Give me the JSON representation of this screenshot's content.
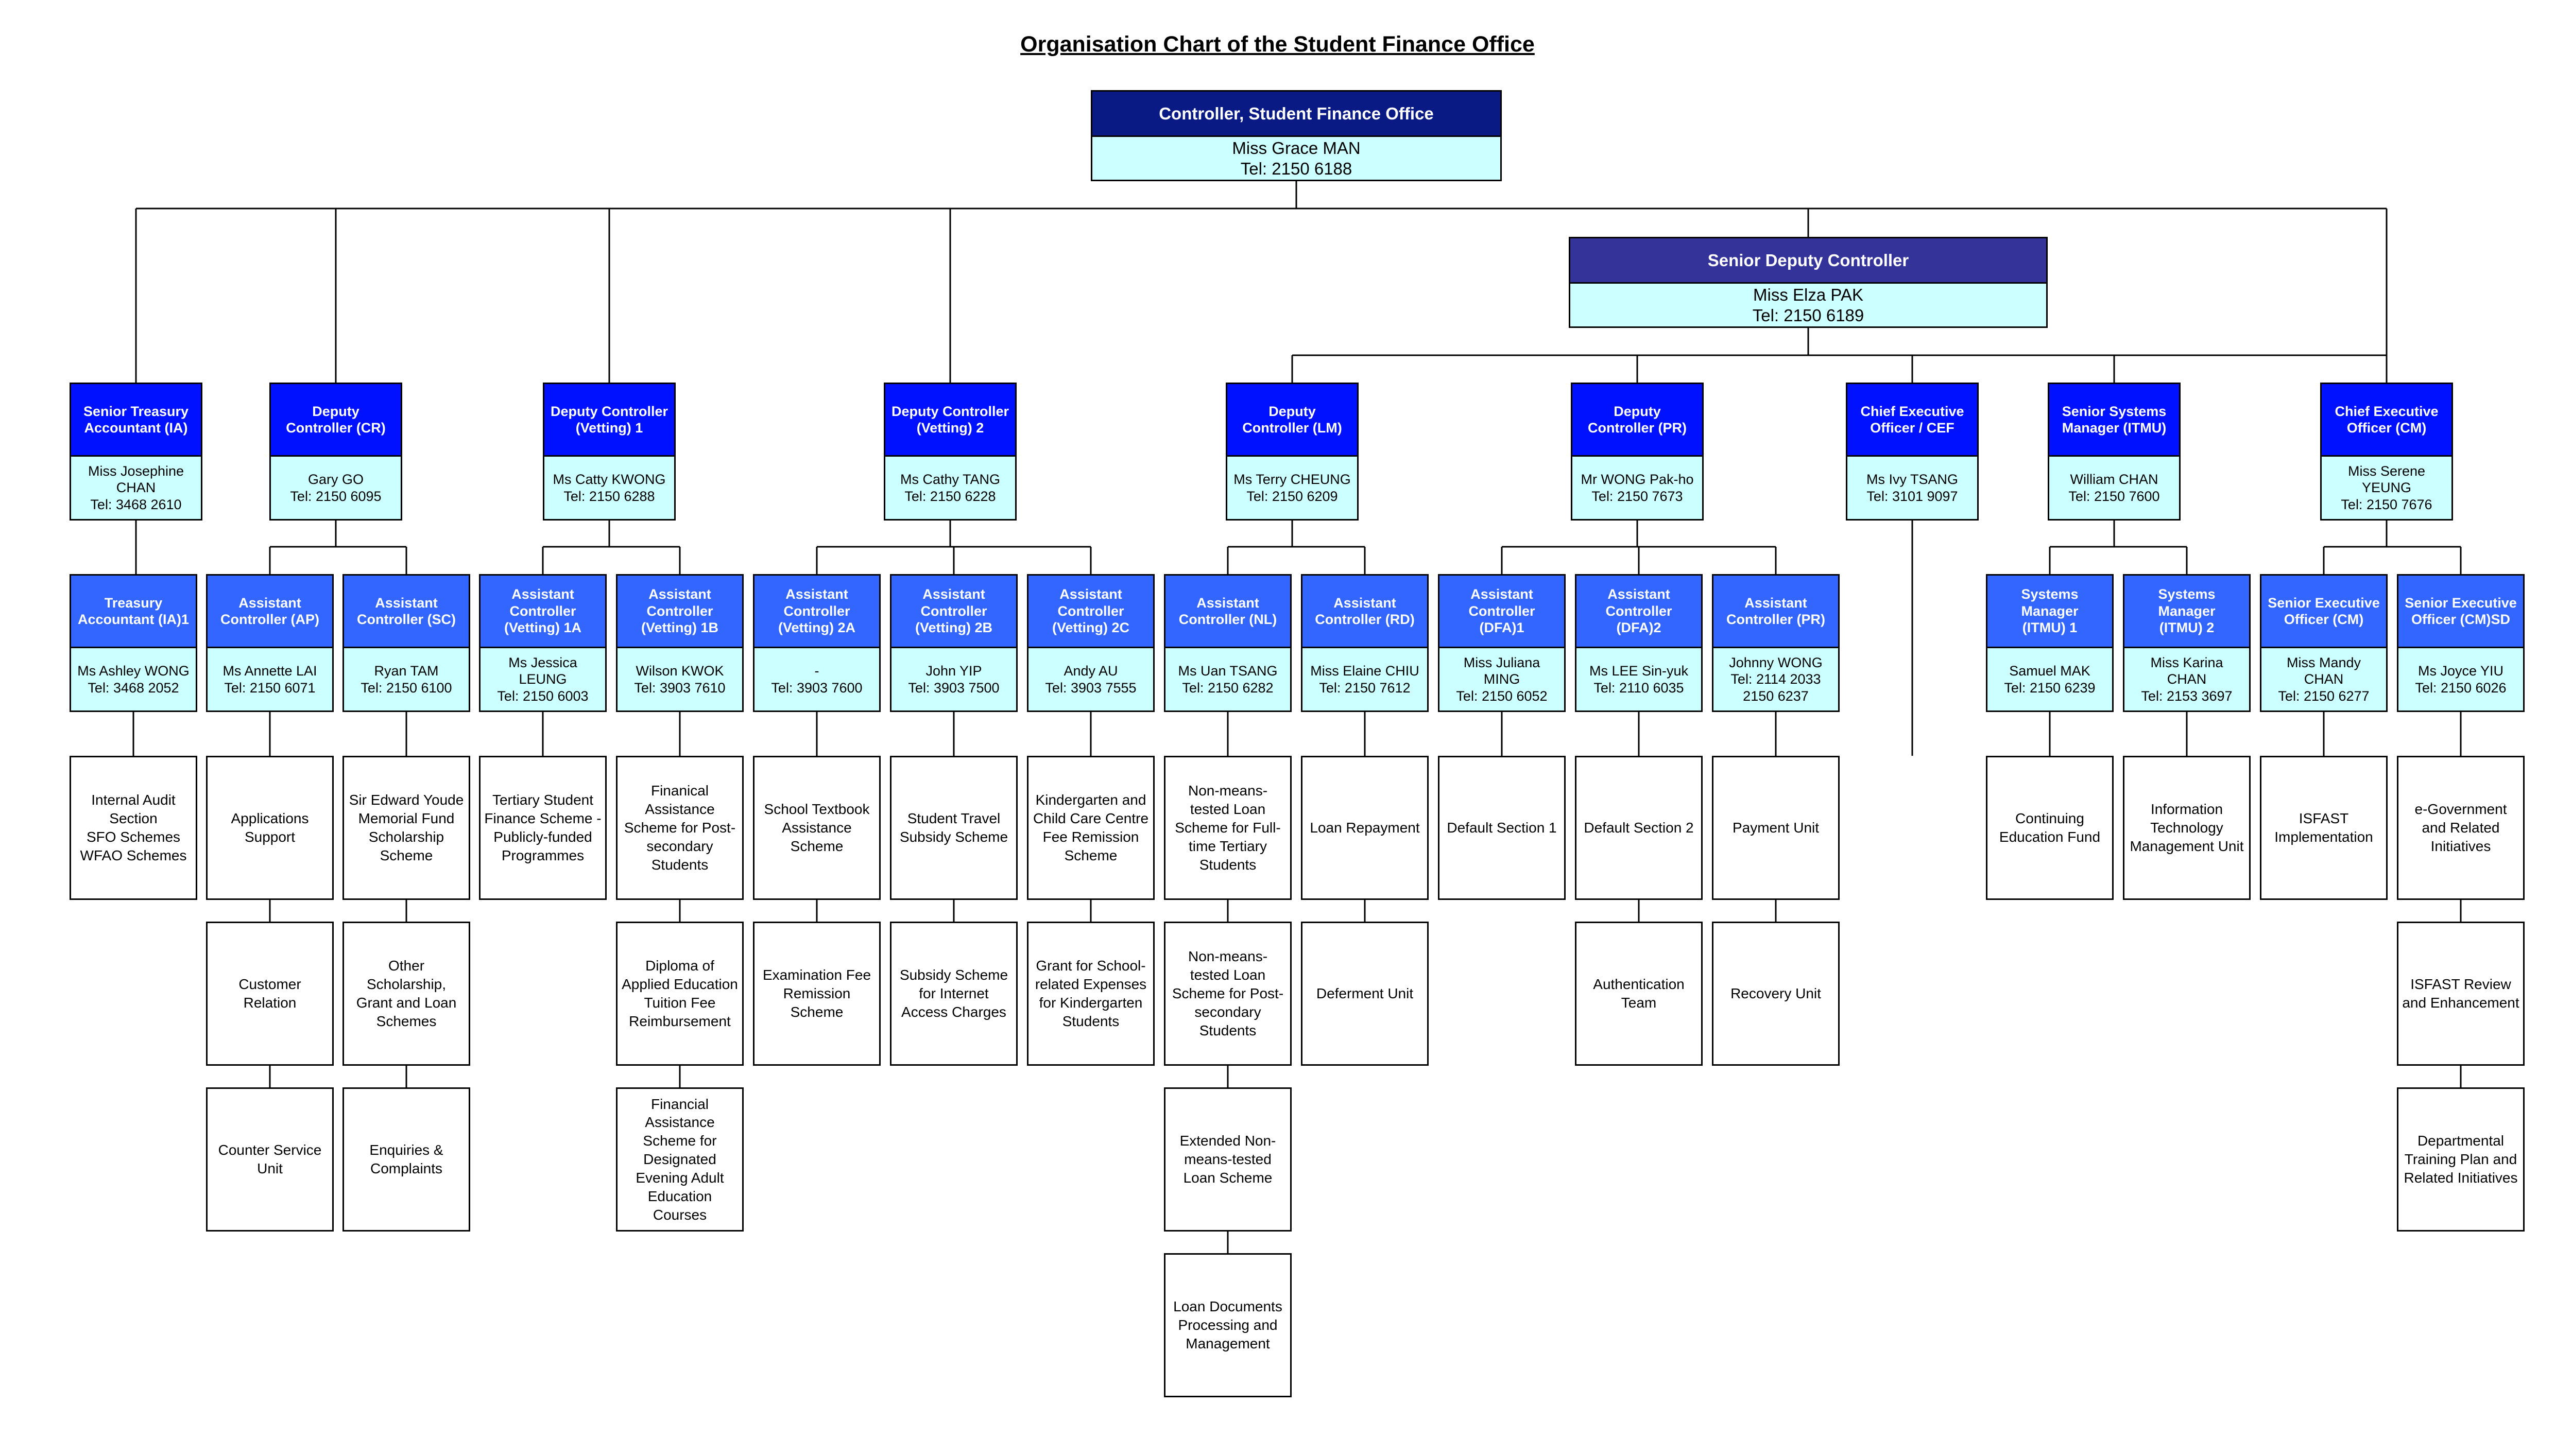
{
  "title": "Organisation Chart of the Student Finance Office",
  "colors": {
    "top_header": "#0a1a85",
    "senior_header": "#333399",
    "post_header": "#0011ff",
    "assistant_header": "#3366ff",
    "body_fill": "#ccffff",
    "line": "#000000"
  },
  "top": {
    "controller": {
      "title": "Controller, Student Finance Office",
      "name": "Miss Grace MAN",
      "tel": "Tel: 2150 6188"
    },
    "sdc": {
      "title": "Senior Deputy Controller",
      "name": "Miss Elza PAK",
      "tel": "Tel: 2150 6189"
    }
  },
  "level2": [
    {
      "title": "Senior Treasury\nAccountant (IA)",
      "info": "Miss Josephine\nCHAN\nTel: 3468 2610"
    },
    {
      "title": "Deputy\nController (CR)",
      "info": "Gary GO\nTel: 2150 6095"
    },
    {
      "title": "Deputy Controller\n(Vetting) 1",
      "info": "Ms Catty KWONG\nTel: 2150 6288"
    },
    {
      "title": "Deputy Controller\n(Vetting) 2",
      "info": "Ms Cathy TANG\nTel: 2150 6228"
    },
    {
      "title": "Deputy\nController (LM)",
      "info": "Ms Terry CHEUNG\nTel: 2150 6209"
    },
    {
      "title": "Deputy\nController (PR)",
      "info": "Mr WONG Pak-ho\nTel: 2150 7673"
    },
    {
      "title": "Chief Executive\nOfficer / CEF",
      "info": "Ms Ivy TSANG\nTel: 3101 9097"
    },
    {
      "title": "Senior Systems\nManager (ITMU)",
      "info": "William CHAN\nTel: 2150 7600"
    },
    {
      "title": "Chief Executive\nOfficer (CM)",
      "info": "Miss Serene\nYEUNG\nTel: 2150 7676"
    }
  ],
  "level3": [
    {
      "title": "Treasury\nAccountant (IA)1",
      "info": "Ms Ashley WONG\nTel: 3468 2052"
    },
    {
      "title": "Assistant\nController (AP)",
      "info": "Ms Annette LAI\nTel: 2150 6071"
    },
    {
      "title": "Assistant\nController (SC)",
      "info": "Ryan TAM\nTel: 2150 6100"
    },
    {
      "title": "Assistant\nController\n(Vetting) 1A",
      "info": "Ms Jessica\nLEUNG\nTel: 2150 6003"
    },
    {
      "title": "Assistant\nController\n(Vetting) 1B",
      "info": "Wilson KWOK\nTel: 3903 7610"
    },
    {
      "title": "Assistant\nController\n(Vetting) 2A",
      "info": "-\nTel: 3903 7600"
    },
    {
      "title": "Assistant\nController\n(Vetting) 2B",
      "info": "John YIP\nTel: 3903 7500"
    },
    {
      "title": "Assistant\nController\n(Vetting) 2C",
      "info": "Andy AU\nTel: 3903 7555"
    },
    {
      "title": "Assistant\nController (NL)",
      "info": "Ms Uan TSANG\nTel: 2150 6282"
    },
    {
      "title": "Assistant\nController (RD)",
      "info": "Miss Elaine CHIU\nTel: 2150 7612"
    },
    {
      "title": "Assistant\nController\n(DFA)1",
      "info": "Miss Juliana\nMING\nTel: 2150 6052"
    },
    {
      "title": "Assistant\nController\n(DFA)2",
      "info": "Ms LEE Sin-yuk\nTel: 2110 6035"
    },
    {
      "title": "Assistant\nController (PR)",
      "info": "Johnny WONG\nTel: 2114 2033\n        2150 6237"
    },
    {
      "title": "Systems\nManager\n(ITMU) 1",
      "info": "Samuel MAK\nTel: 2150 6239"
    },
    {
      "title": "Systems\nManager\n(ITMU) 2",
      "info": "Miss Karina\nCHAN\nTel: 2153 3697"
    },
    {
      "title": "Senior Executive\nOfficer (CM)",
      "info": "Miss Mandy\nCHAN\nTel: 2150 6277"
    },
    {
      "title": "Senior Executive\nOfficer (CM)SD",
      "info": "Ms Joyce YIU\nTel: 2150 6026"
    }
  ],
  "units": [
    {
      "col": 0,
      "items": [
        "Internal Audit\nSection\nSFO Schemes\nWFAO Schemes"
      ]
    },
    {
      "col": 1,
      "items": [
        "Applications\nSupport",
        "Customer\nRelation",
        "Counter Service\nUnit"
      ]
    },
    {
      "col": 2,
      "items": [
        "Sir Edward Youde\nMemorial Fund\nScholarship\nScheme",
        "Other\nScholarship,\nGrant and Loan\nSchemes",
        "Enquiries &\nComplaints"
      ]
    },
    {
      "col": 3,
      "items": [
        "Tertiary Student\nFinance Scheme -\nPublicly-funded\nProgrammes"
      ]
    },
    {
      "col": 4,
      "items": [
        "Finanical\nAssistance\nScheme for Post-\nsecondary\nStudents",
        "Diploma of\nApplied Education\nTuition Fee\nReimbursement",
        "Financial\nAssistance\nScheme for\nDesignated\nEvening Adult\nEducation\nCourses"
      ]
    },
    {
      "col": 5,
      "items": [
        "School Textbook\nAssistance\nScheme",
        "Examination Fee\nRemission\nScheme"
      ]
    },
    {
      "col": 6,
      "items": [
        "Student Travel\nSubsidy Scheme",
        "Subsidy Scheme\nfor Internet\nAccess Charges"
      ]
    },
    {
      "col": 7,
      "items": [
        "Kindergarten and\nChild Care Centre\nFee Remission\nScheme",
        "Grant for School-\nrelated Expenses\nfor Kindergarten\nStudents"
      ]
    },
    {
      "col": 8,
      "items": [
        "Non-means-\ntested Loan\nScheme for Full-\ntime Tertiary\nStudents",
        "Non-means-\ntested Loan\nScheme for Post-\nsecondary\nStudents",
        "Extended Non-\nmeans-tested\nLoan Scheme",
        "Loan Documents\nProcessing and\nManagement"
      ]
    },
    {
      "col": 9,
      "items": [
        "Loan Repayment",
        "Deferment Unit"
      ]
    },
    {
      "col": 10,
      "items": [
        "Default Section 1"
      ]
    },
    {
      "col": 11,
      "items": [
        "Default Section 2",
        "Authentication\nTeam"
      ]
    },
    {
      "col": 12,
      "items": [
        "Payment Unit",
        "Recovery Unit"
      ]
    },
    {
      "col": 13,
      "items": [
        "Continuing\nEducation Fund"
      ]
    },
    {
      "col": 14,
      "items": [
        "Information\nTechnology\nManagement Unit"
      ]
    },
    {
      "col": 15,
      "items": [
        "ISFAST\nImplementation"
      ]
    },
    {
      "col": 16,
      "items": [
        "e-Government\nand Related\nInitiatives",
        "ISFAST Review\nand Enhancement",
        "Departmental\nTraining Plan and\nRelated Initiatives"
      ]
    }
  ]
}
